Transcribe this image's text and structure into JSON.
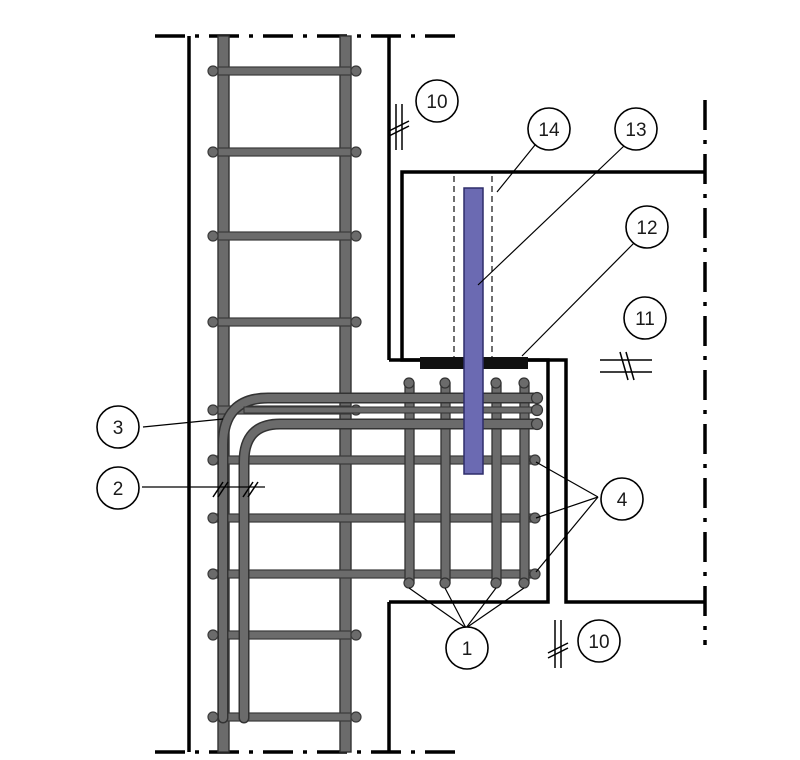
{
  "callouts": [
    {
      "id": "c1",
      "text": "1"
    },
    {
      "id": "c2",
      "text": "2"
    },
    {
      "id": "c3",
      "text": "3"
    },
    {
      "id": "c4",
      "text": "4"
    },
    {
      "id": "c10a",
      "text": "10"
    },
    {
      "id": "c10b",
      "text": "10"
    },
    {
      "id": "c11",
      "text": "11"
    },
    {
      "id": "c12",
      "text": "12"
    },
    {
      "id": "c13",
      "text": "13"
    },
    {
      "id": "c14",
      "text": "14"
    }
  ],
  "colors": {
    "rebar": "#6b6b6b",
    "rebar_edge": "#3a3a3a",
    "outline": "#000000",
    "dowel": "#6b6ab2",
    "bearing_pad": "#111111"
  }
}
